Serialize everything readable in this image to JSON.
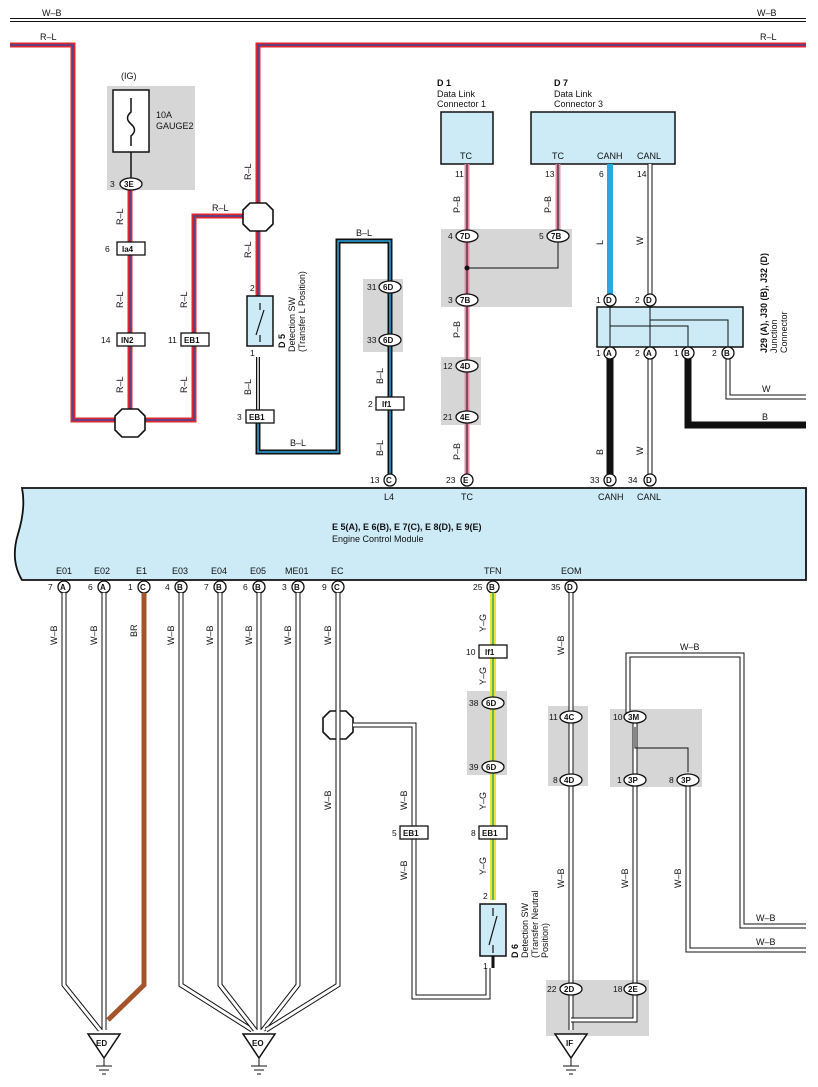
{
  "colors": {
    "red": "#e0272d",
    "blue_stripe": "#1a4fb5",
    "light_blue": "#29a8e0",
    "pink": "#e88aa8",
    "yellow": "#f0e03a",
    "green": "#5cb85c",
    "brown": "#a5532a",
    "black": "#111111",
    "box_fill": "#cdeaf7",
    "shade": "#d6d6d6"
  },
  "bus": {
    "wb_top": "W–B",
    "wb_top_right": "W–B",
    "rl_top": "R–L",
    "rl_top_right": "R–L"
  },
  "fuse": {
    "ig": "(IG)",
    "rating": "10A",
    "name": "GAUGE2"
  },
  "connectors": {
    "c3E": "3E",
    "cIa4": "Ia4",
    "cIN2": "IN2",
    "cEB1a": "EB1",
    "cEB1b": "EB1",
    "c6Da": "6D",
    "c6Db": "6D",
    "cIf1a": "If1",
    "cC13": "C",
    "c7D": "7D",
    "c7Ba": "7B",
    "c7Bb": "7B",
    "c4D": "4D",
    "c4E": "4E",
    "cE23": "E",
    "cJ1D": "D",
    "cJ2D": "D",
    "cJ1A": "A",
    "cJ2A": "A",
    "cJ1B": "B",
    "cJ2B": "B",
    "cD33": "D",
    "cD34": "D",
    "cTFN": "B",
    "cIf1b": "If1",
    "c6Dc": "6D",
    "c6Dd": "6D",
    "cEB1c": "EB1",
    "cEB1d": "EB1",
    "cEOM": "D",
    "c4C": "4C",
    "c4Dd": "4D",
    "c3M": "3M",
    "c3P1": "3P",
    "c3P8": "3P",
    "c2D": "2D",
    "c2E": "2E"
  },
  "pins": {
    "p3": "3",
    "p6": "6",
    "p14": "14",
    "p11": "11",
    "p2": "2",
    "p1": "1",
    "p3b": "3",
    "p31": "31",
    "p33": "33",
    "p2b": "2",
    "p13": "13",
    "d1_11": "11",
    "d7_13": "13",
    "d7_6": "6",
    "d7_14": "14",
    "p4": "4",
    "p5": "5",
    "p3c": "3",
    "p12": "12",
    "p21": "21",
    "p23": "23",
    "j1": "1",
    "j2": "2",
    "j1b": "1",
    "j2b": "2",
    "j1c": "1",
    "j2c": "2",
    "p33b": "33",
    "p34": "34",
    "p25": "25",
    "p10": "10",
    "p38": "38",
    "p39": "39",
    "p8": "8",
    "p5b": "5",
    "p2c": "2",
    "p1c": "1",
    "p35": "35",
    "p11b": "11",
    "p8b": "8",
    "p10b": "10",
    "p1d": "1",
    "p8c": "8",
    "p22": "22",
    "p18": "18"
  },
  "wires": {
    "rl1": "R–L",
    "rl2": "R–L",
    "rl3": "R–L",
    "rl4": "R–L",
    "rl5": "R–L",
    "rl6": "R–L",
    "rl7": "R–L",
    "bl1": "B–L",
    "bl2": "B–L",
    "bl3": "B–L",
    "bl4": "B–L",
    "bl5": "B–L",
    "pb1": "P–B",
    "pb2": "P–B",
    "pb3": "P–B",
    "pb4": "P–B",
    "l1": "L",
    "w1": "W",
    "w2": "W",
    "b1": "B",
    "w_out": "W",
    "b_out": "B",
    "wb1": "W–B",
    "wb2": "W–B",
    "br": "BR",
    "wb3": "W–B",
    "wb4": "W–B",
    "wb5": "W–B",
    "wb6": "W–B",
    "wb7": "W–B",
    "wb8": "W–B",
    "wb9": "W–B",
    "wb10": "W–B",
    "yg1": "Y–G",
    "yg2": "Y–G",
    "yg3": "Y–G",
    "yg4": "Y–G",
    "wb11": "W–B",
    "wb12": "W–B",
    "wb13": "W–B",
    "wb14": "W–B",
    "wb15": "W–B",
    "wb16": "W–B",
    "wb17": "W–B",
    "wb18": "W–B"
  },
  "d1": {
    "id": "D 1",
    "line1": "Data Link",
    "line2": "Connector 1",
    "pin": "TC"
  },
  "d7": {
    "id": "D 7",
    "line1": "Data Link",
    "line2": "Connector 3",
    "tc": "TC",
    "canh": "CANH",
    "canl": "CANL"
  },
  "d5": {
    "id": "D 5",
    "line1": "Detection SW",
    "line2": "(Transfer L Position)"
  },
  "d6": {
    "id": "D 6",
    "line1": "Detection SW",
    "line2": "(Transfer Neutral",
    "line3": "Position)"
  },
  "junction": {
    "id": "J29 (A), J30 (B), J32 (D)",
    "line1": "Junction",
    "line2": "Connector"
  },
  "ecm": {
    "codes": "E 5(A), E 6(B), E 7(C), E 8(D), E 9(E)",
    "name": "Engine Control Module",
    "top_pins": [
      "L4",
      "TC",
      "CANH",
      "CANL"
    ],
    "bottom_pins": [
      "E01",
      "E02",
      "E1",
      "E03",
      "E04",
      "E05",
      "ME01",
      "EC",
      "TFN",
      "EOM"
    ]
  },
  "grounds": {
    "ed": "ED",
    "eo": "EO",
    "if": "IF"
  }
}
